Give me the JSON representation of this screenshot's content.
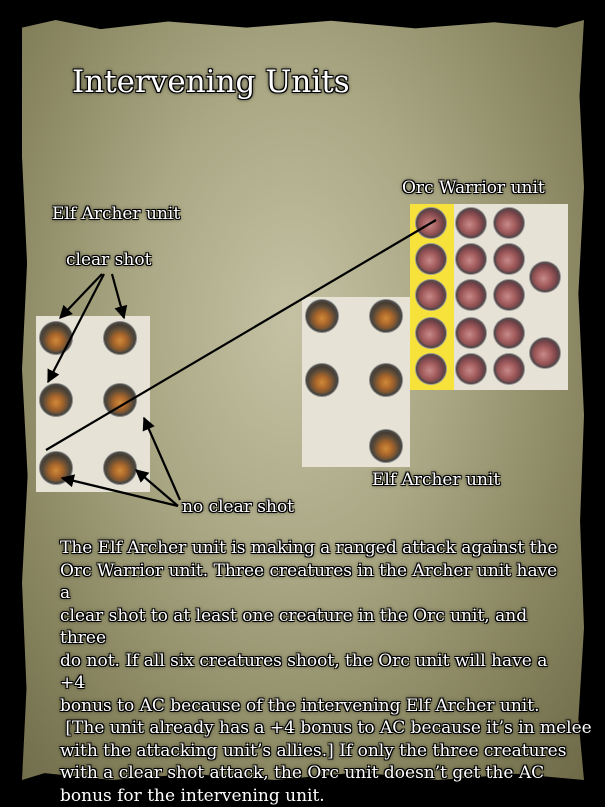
{
  "title": "Intervening Units",
  "labels": {
    "elf_archer_top": "Elf Archer unit",
    "clear_shot": "clear shot",
    "orc_warrior": "Orc Warrior unit",
    "elf_archer_right": "Elf Archer unit",
    "no_clear_shot": "no clear shot"
  },
  "body_lines": [
    "The Elf Archer unit is making a ranged attack against the",
    "Orc Warrior unit. Three creatures in the Archer unit have a",
    "clear shot to at least one creature in the Orc unit, and three",
    "do not. If all six creatures shoot, the Orc unit will have a +4",
    "bonus to AC because of the intervening Elf Archer unit.",
    " [The unit already has a +4 bonus to AC because it’s in melee",
    "with the attacking unit’s allies.] If only the three creatures",
    "with a clear shot attack, the Orc unit doesn’t get the AC",
    "bonus for the intervening unit."
  ],
  "colors": {
    "parchment": "#aaa784",
    "frame": "#000000",
    "text": "#ffffff",
    "highlight": "#f6e23a"
  }
}
